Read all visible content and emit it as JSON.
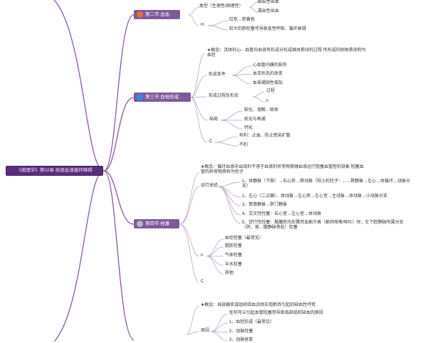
{
  "colors": {
    "root_bg": "#5a2d7c",
    "section_bg": "#7e5a9b",
    "branch": "#8a5aa6",
    "leaf_line": "#b9a5c8"
  },
  "root": {
    "label": "《病理学》第02章 局部血液循环障碍"
  },
  "sections": [
    {
      "label": "第二节 出血",
      "icon": "orange-circle-icon",
      "icon_color": "#e8712f"
    },
    {
      "label": "第三节 血栓形成",
      "icon": "blue-circle-icon",
      "icon_color": "#2f8be8"
    },
    {
      "label": "第四节 栓塞",
      "icon": "grey-circle-icon",
      "icon_color": "#b8b8b8"
    }
  ],
  "bleeding": {
    "type_label": "类型（生理性/病理性）",
    "type_items": [
      "破裂性出血",
      "漏出性出血"
    ],
    "m_label": "m",
    "m_items": [
      "红色→棕黄色",
      "较大的肺栓塞可导致急性呼吸、循环衰竭"
    ]
  },
  "thrombosis": {
    "concept": "★概念：活体的心、血管内血液有形成分形成固体质块的过程 所形成的固体质块称为血栓",
    "conditions_label": "形成条件",
    "conditions": [
      "心血管内膜的损伤",
      "血流状态的改变",
      "血液凝固性增加"
    ],
    "process_label": "形成过程及形态",
    "process_items": [
      "过程",
      "n"
    ],
    "outcome_label": "结局",
    "outcomes": [
      "软化、溶解、吸收",
      "机化与再通",
      "钙化"
    ],
    "c_label": "C",
    "c_items": [
      "有利：止血、防止感染扩散",
      "不利"
    ]
  },
  "embolism": {
    "concept": "★概念：循环血液中出现的不溶于血液的异常物质随血液运行阻塞血管腔的现象 阻塞血管的异常物质称为栓子",
    "path_label": "运行途径",
    "paths": [
      "1、体静脉（下肢）→右心房→肺动脉（较小的栓子：...→肺静脉→左心→体循环→动脉分支）",
      "2、左心（二尖瓣）、体动脉→左心房→左心室→主动脉→体动脉→小动脉分支",
      "3、胃肠静脉→肝门静脉",
      "4、交叉性栓塞：右心室→左心室→体动脉",
      "5、逆行性栓塞：胸腹腔内压骤然急剧升高（剧烈咳嗽/呕吐）时，在下腔静脉所属分支（肝、肾、髂静脉等处）栓塞"
    ],
    "n_label": "n",
    "n_items": [
      "血栓栓塞（最常见）",
      "脂肪栓塞",
      "气体栓塞",
      "羊水栓塞",
      "其他"
    ],
    "c_label": "C"
  },
  "infarction": {
    "concept": "★概念：局部器官或组织因血流供应阻断而引起的缺血性坏死",
    "cause_label": "原因",
    "cause_note": "任何可以引起血管阻塞而导致局部组织缺血的原因",
    "causes": [
      "1、血栓形成（最常见）",
      "2、动脉栓塞",
      "3、动脉痉挛"
    ]
  }
}
